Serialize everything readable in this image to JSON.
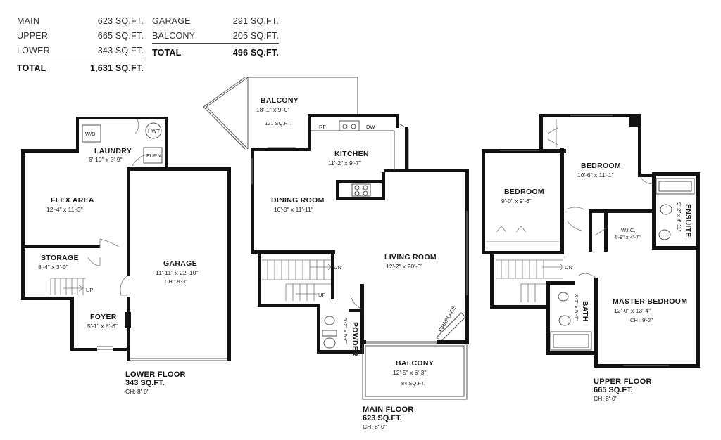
{
  "area_summary": {
    "left": [
      {
        "label": "MAIN",
        "value": "623 SQ.FT."
      },
      {
        "label": "UPPER",
        "value": "665 SQ.FT."
      },
      {
        "label": "LOWER",
        "value": "343 SQ.FT."
      },
      {
        "label": "TOTAL",
        "value": "1,631 SQ.FT."
      }
    ],
    "right": [
      {
        "label": "GARAGE",
        "value": "291 SQ.FT."
      },
      {
        "label": "BALCONY",
        "value": "205 SQ.FT."
      },
      {
        "label": "TOTAL",
        "value": "496 SQ.FT."
      }
    ]
  },
  "lower_floor": {
    "name": "LOWER FLOOR",
    "area": "343 SQ.FT.",
    "ceiling": "CH: 8'-0\"",
    "rooms": {
      "laundry": {
        "name": "LAUNDRY",
        "dim": "6'-10\" x 5'-9\""
      },
      "flex": {
        "name": "FLEX AREA",
        "dim": "12'-4\" x 11'-3\""
      },
      "storage": {
        "name": "STORAGE",
        "dim": "8'-4\" x 3'-0\""
      },
      "foyer": {
        "name": "FOYER",
        "dim": "5'-1\" x 8'-6\""
      },
      "garage": {
        "name": "GARAGE",
        "dim": "11'-11\" x 22'-10\"",
        "ch": "CH : 8'-3\""
      }
    },
    "fixtures": {
      "wd": "W/D",
      "hwt": "HWT",
      "furn": "FURN",
      "up": "UP"
    }
  },
  "main_floor": {
    "name": "MAIN FLOOR",
    "area": "623 SQ.FT.",
    "ceiling": "CH: 8'-0\"",
    "rooms": {
      "balcony_top": {
        "name": "BALCONY",
        "dim": "18'-1\" x 9'-0\"",
        "area": "121 SQ.FT."
      },
      "kitchen": {
        "name": "KITCHEN",
        "dim": "11'-2\" x 9'-7\""
      },
      "dining": {
        "name": "DINING ROOM",
        "dim": "10'-0\" x 11'-11\""
      },
      "living": {
        "name": "LIVING ROOM",
        "dim": "12'-2\" x 20'-0\""
      },
      "powder": {
        "name": "POWDER",
        "dim": "5'-2\" x 5'-0\""
      },
      "balcony_bottom": {
        "name": "BALCONY",
        "dim": "12'-5\" x 6'-3\"",
        "area": "84 SQ.FT."
      }
    },
    "fixtures": {
      "rf": "RF",
      "dw": "DW",
      "dn": "DN",
      "up": "UP",
      "fireplace": "FIREPLACE"
    }
  },
  "upper_floor": {
    "name": "UPPER FLOOR",
    "area": "665 SQ.FT.",
    "ceiling": "CH: 8'-0\"",
    "rooms": {
      "bedroom1": {
        "name": "BEDROOM",
        "dim": "9'-0\" x 9'-6\""
      },
      "bedroom2": {
        "name": "BEDROOM",
        "dim": "10'-6\" x 11'-1\""
      },
      "ensuite": {
        "name": "ENSUITE",
        "dim": "9'-2\" x 4'-11\""
      },
      "wic": {
        "name": "W.I.C.",
        "dim": "4'-8\" x 4'-7\""
      },
      "bath": {
        "name": "BATH",
        "dim": "8'-7\" x 5'-1\""
      },
      "master": {
        "name": "MASTER BEDROOM",
        "dim": "12'-0\" x 13'-4\"",
        "ch": "CH : 9'-2\""
      }
    },
    "fixtures": {
      "dn": "DN"
    }
  }
}
